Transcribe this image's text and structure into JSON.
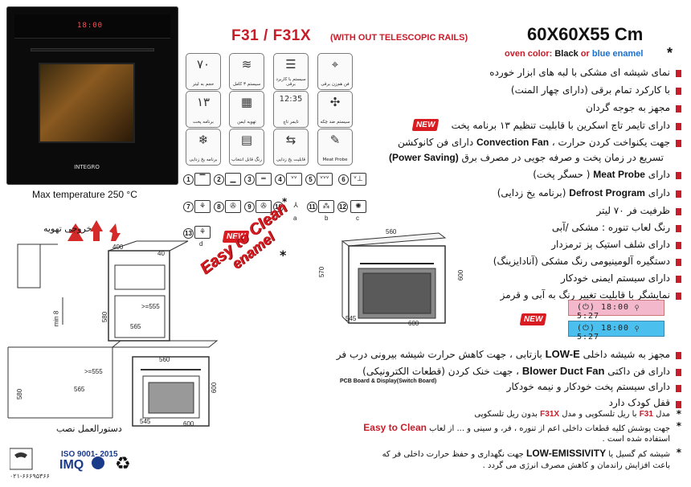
{
  "header": {
    "model": "F31 / F31X",
    "model_note": "(WITH OUT TELESCOPIC  RAILS)",
    "dimensions": "60X60X55 Cm",
    "asterisk": "*",
    "color_label": "oven color:",
    "color_black": "Black",
    "color_or": "or",
    "color_blue": "blue enamel"
  },
  "oven_photo": {
    "display_text": "18:00",
    "brand": "INTEGRO"
  },
  "max_temperature": "Max temperature 250 °C",
  "feature_icons": [
    {
      "icon": "stopwatch-icon",
      "label": "فن هم‌زن برقی"
    },
    {
      "icon": "fan-icon",
      "label": "قابلیت یخ زدایی"
    },
    {
      "icon": "lamp-icon",
      "label": "سیستم با کاربرد برقی"
    },
    {
      "icon": "volume-icon",
      "glyph": "۷۰",
      "label": "حجم به لیتر"
    },
    {
      "icon": "grill-icon",
      "label": "سیستم ۳ کامل"
    },
    {
      "icon": "timer-display-icon",
      "glyph": "12:35",
      "label": "تایمر تاچ"
    },
    {
      "icon": "tray-icon",
      "label": "تهویه ایمن"
    },
    {
      "icon": "programs-icon",
      "glyph": "۱۳",
      "label": "برنامه پخت"
    },
    {
      "icon": "meat-probe-icon",
      "label": "Meat Probe"
    },
    {
      "icon": "ecozone-icon",
      "label": "سیستم ضد چکه"
    },
    {
      "icon": "oven-grid-icon",
      "label": "رنگ قابل انتخاب"
    },
    {
      "icon": "snowflake-icon",
      "label": "برنامه یخ زدایی"
    }
  ],
  "features_rtl": [
    "نمای شیشه ای مشکی  با لبه های  ابزار خورده",
    "با کارکرد تمام برقی (دارای چهار المنت)",
    "مجهز به جوجه گردان",
    "دارای تایمر تاچ اسکرین با قابلیت تنظیم ۱۳ برنامه پخت",
    "دارای فن کانوکشن",
    "جهت یکنواخت کردن حرارت ،",
    "تسریع در زمان پخت و صرفه جویی در مصرف برق",
    "دارای",
    "( حسگر پخت)",
    "دارای",
    "(برنامه یخ زدایی)",
    "ظرفیت فر ۷۰ لیتر",
    "رنگ لعاب تنوره :  مشکی /آبی",
    "دارای شلف استیک پز ترمزدار",
    "دستگیره آلومینیومی رنگ مشکی (آنادایزینگ)",
    "دارای سیستم ایمنی خودکار",
    "نمایشگر با قابلیت تغییر رنگ به آبی و قرمز"
  ],
  "features_en": {
    "convection_fan": "Convection Fan",
    "power_saving": "(Power Saving)",
    "meat_probe": "Meat Probe",
    "defrost_program": "Defrost Program"
  },
  "new_badge": "NEW",
  "function_symbols": {
    "numbers": [
      "1",
      "2",
      "3",
      "4",
      "5",
      "6",
      "7",
      "8",
      "9",
      "10",
      "11",
      "12",
      "13"
    ],
    "sub_labels": [
      "a",
      "b",
      "c",
      "d"
    ],
    "star": "*"
  },
  "exhaust_label": "خروجی تهویه",
  "easy_clean": {
    "line1": "Easy to Clean",
    "line2": "enamel",
    "star": "*"
  },
  "diagram_cabinet": {
    "dims": [
      "400",
      "40",
      ">=555",
      "565",
      "580",
      "min 8"
    ]
  },
  "diagram_oven": {
    "dims": [
      "560",
      "570",
      "600",
      "545",
      "600"
    ]
  },
  "diagram_under": {
    "dims": [
      "560",
      ">=555",
      "565",
      "580",
      "545",
      "600",
      "600"
    ]
  },
  "install_label": "دستورالعمل نصب",
  "displays": {
    "pink": "(⏻)  18:00  ⚲  5:27",
    "blue": "(⏻)  18:00  ⚲  5:27"
  },
  "bottom_features_rtl": [
    "مجهز به شیشه داخلی",
    "بازتابی ، جهت کاهش حرارت شیشه بیرونی درب فر",
    "دارای فن داکتی",
    "، جهت خنک کردن (قطعات الکترونیکی)",
    "دارای سیستم پخت خودکار و نیمه خودکار",
    "قفل کودک دارد"
  ],
  "bottom_en": {
    "low_e": "LOW-E",
    "blower": "Blower Duct Fan"
  },
  "pcb_label": "PCB Board & Display(Switch Board)",
  "notes": {
    "n1_a": "مدل",
    "n1_model1": "F31",
    "n1_b": "با ریل تلسکوپی و مدل",
    "n1_model2": "F31X",
    "n1_c": "بدون ریل تلسکوپی",
    "n2_a": "جهت پوشش کلیه قطعات داخلی اعم از تنوره ، فر، و سینی و ... از لعاب",
    "n2_en": "Easy to Clean",
    "n2_b": "استفاده شده است .",
    "n3_a": "شیشه کم گسیل یا",
    "n3_en": "LOW-EMISSIVITY",
    "n3_b": "جهت نگهداری و حفظ حرارت داخلی فر که",
    "n3_c": "باعث افزایش راندمان و کاهش  مصرف انرژی می گردد ."
  },
  "certifications": {
    "iso": "ISO 9001- 2015",
    "imq": "IMQ",
    "phone": "۰۲۱-۶۶۶۹۵۳۶۶"
  },
  "colors": {
    "accent_red": "#c81c2a",
    "blue": "#1a6fd0",
    "display_pink": "#f4b8cc",
    "display_blue": "#4bc0ef"
  }
}
